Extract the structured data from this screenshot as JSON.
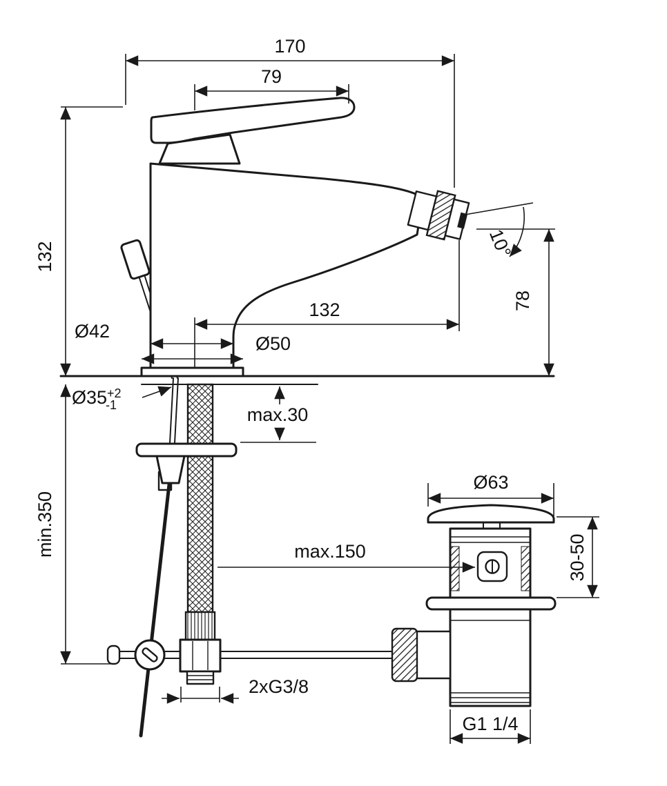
{
  "drawing": {
    "dims": {
      "total_width": "170",
      "handle_length": "79",
      "height_to_deck": "132",
      "spray_angle": "10°",
      "spout_height": "78",
      "spout_reach": "132",
      "body_diameter": "Ø42",
      "base_diameter": "Ø50",
      "hole_diameter": "Ø35",
      "hole_tol_plus": "+2",
      "hole_tol_minus": "-1",
      "deck_max_thickness": "max.30",
      "hose_min_length": "min.350",
      "rod_max_length": "max.150",
      "waste_cap_diameter": "Ø63",
      "waste_clamp_range": "30-50",
      "supply_thread": "2xG3/8",
      "waste_thread": "G1 1/4"
    },
    "colors": {
      "line": "#1a1a1a",
      "background": "#ffffff"
    }
  }
}
